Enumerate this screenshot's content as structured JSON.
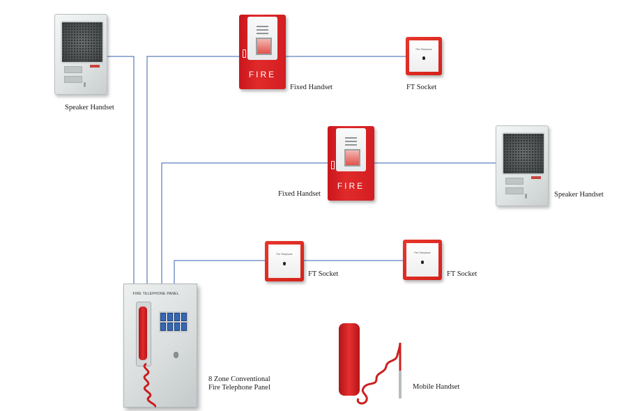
{
  "labels": {
    "speaker_handset_top": "Speaker Handset",
    "fixed_handset_top": "Fixed Handset",
    "ft_socket_top": "FT Socket",
    "fixed_handset_mid": "Fixed Handset",
    "speaker_handset_right": "Speaker Handset",
    "ft_socket_bottom_left": "FT Socket",
    "ft_socket_bottom_right": "FT Socket",
    "panel_line1": "8 Zone Conventional",
    "panel_line2": "Fire Telephone Panel",
    "mobile_handset": "Mobile Handset"
  },
  "device_text": {
    "fire": "FIRE",
    "panel_title": "FIRE TELEPHONE PANEL",
    "socket_text": "Fire Telephone"
  },
  "colors": {
    "wire": "#3a5fb0",
    "device_red": "#d8221f",
    "device_grey": "#d9dddd"
  }
}
